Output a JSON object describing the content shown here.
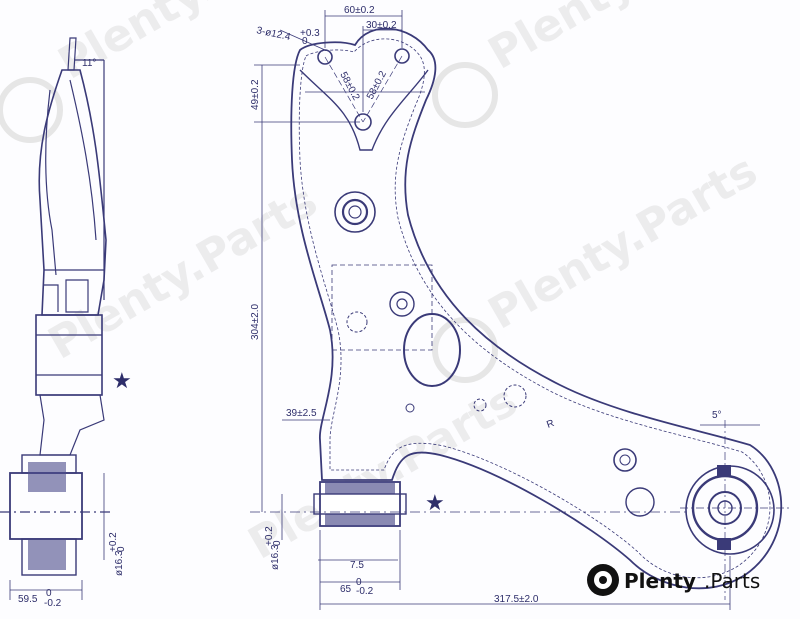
{
  "watermark": {
    "text": "Plenty.Parts"
  },
  "logo": {
    "brand": "Plenty",
    "suffix": ".Parts"
  },
  "dimensions": {
    "d_60": "60±0.2",
    "d_30": "30±0.2",
    "d_holes": "3-ø12.4",
    "d_holes_tol": "+0.3",
    "d_holes_tol2": "0",
    "d_58a": "58±0.2",
    "d_58b": "58±0.2",
    "d_49": "49±0.2",
    "d_304": "304±2.0",
    "d_39": "39±2.5",
    "d_163a": "ø16.3",
    "d_163a_tol": "+0.2",
    "d_163a_tol2": "0",
    "d_163b": "ø16.3",
    "d_163b_tol": "+0.2",
    "d_163b_tol2": "0",
    "d_75": "7.5",
    "d_65": "65",
    "d_65_tol": "0",
    "d_65_tol2": "-0.2",
    "d_595": "59.5",
    "d_595_tol": "0",
    "d_595_tol2": "-0.2",
    "d_3175": "317.5±2.0",
    "d_11": "11°",
    "d_5": "5°",
    "side_mark": "R"
  }
}
